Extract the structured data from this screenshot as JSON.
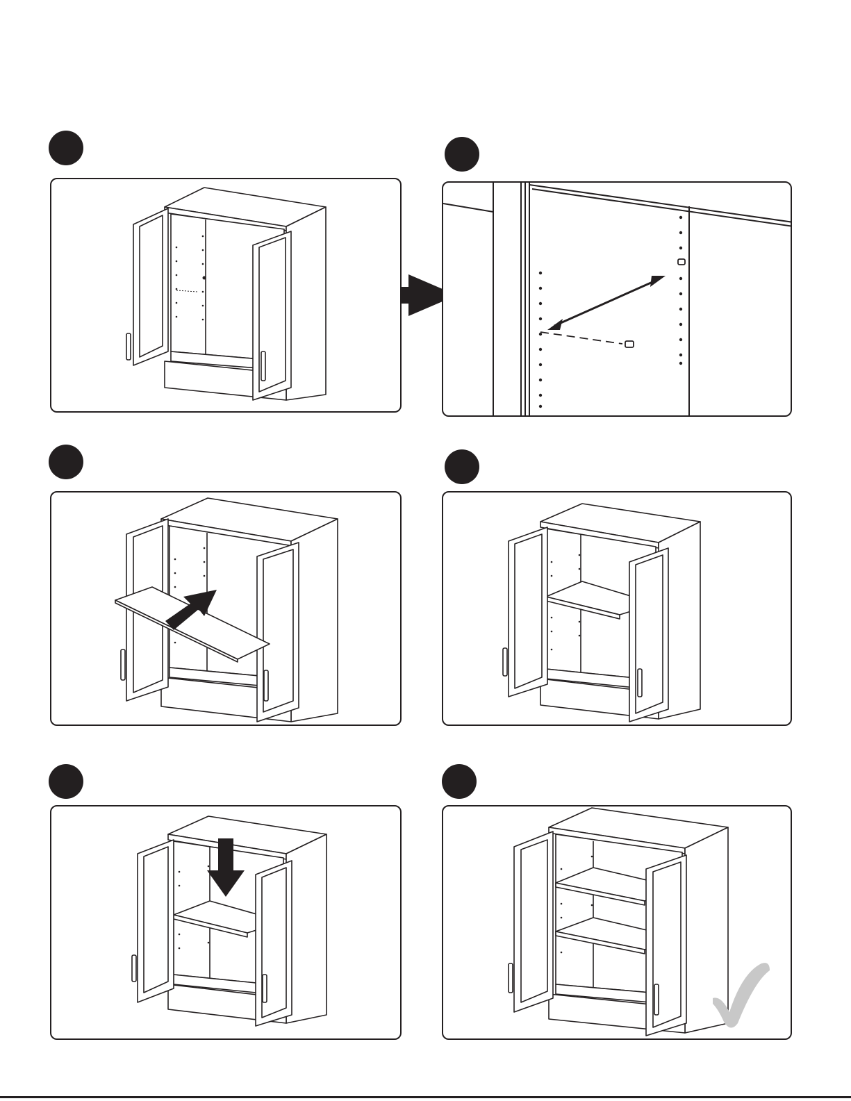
{
  "page": {
    "steps": [
      {
        "id": "step-1",
        "scene": "cabinet-open-doors"
      },
      {
        "id": "step-2",
        "scene": "shelf-pin-closeup"
      },
      {
        "id": "step-3",
        "scene": "insert-shelf"
      },
      {
        "id": "step-4",
        "scene": "shelf-installed"
      },
      {
        "id": "step-5",
        "scene": "lower-second-shelf"
      },
      {
        "id": "step-6",
        "scene": "complete"
      }
    ],
    "colors": {
      "ink": "#231f20",
      "badge": "#231f20",
      "checkmark": "#c8c8c8",
      "background": "#ffffff"
    },
    "icons": {
      "step_marker": "filled-circle-icon",
      "flow_arrow": "right-arrow-icon",
      "move_arrow": "bold-arrow-icon",
      "double_arrow": "double-headed-arrow-icon",
      "done": "checkmark-icon"
    }
  }
}
